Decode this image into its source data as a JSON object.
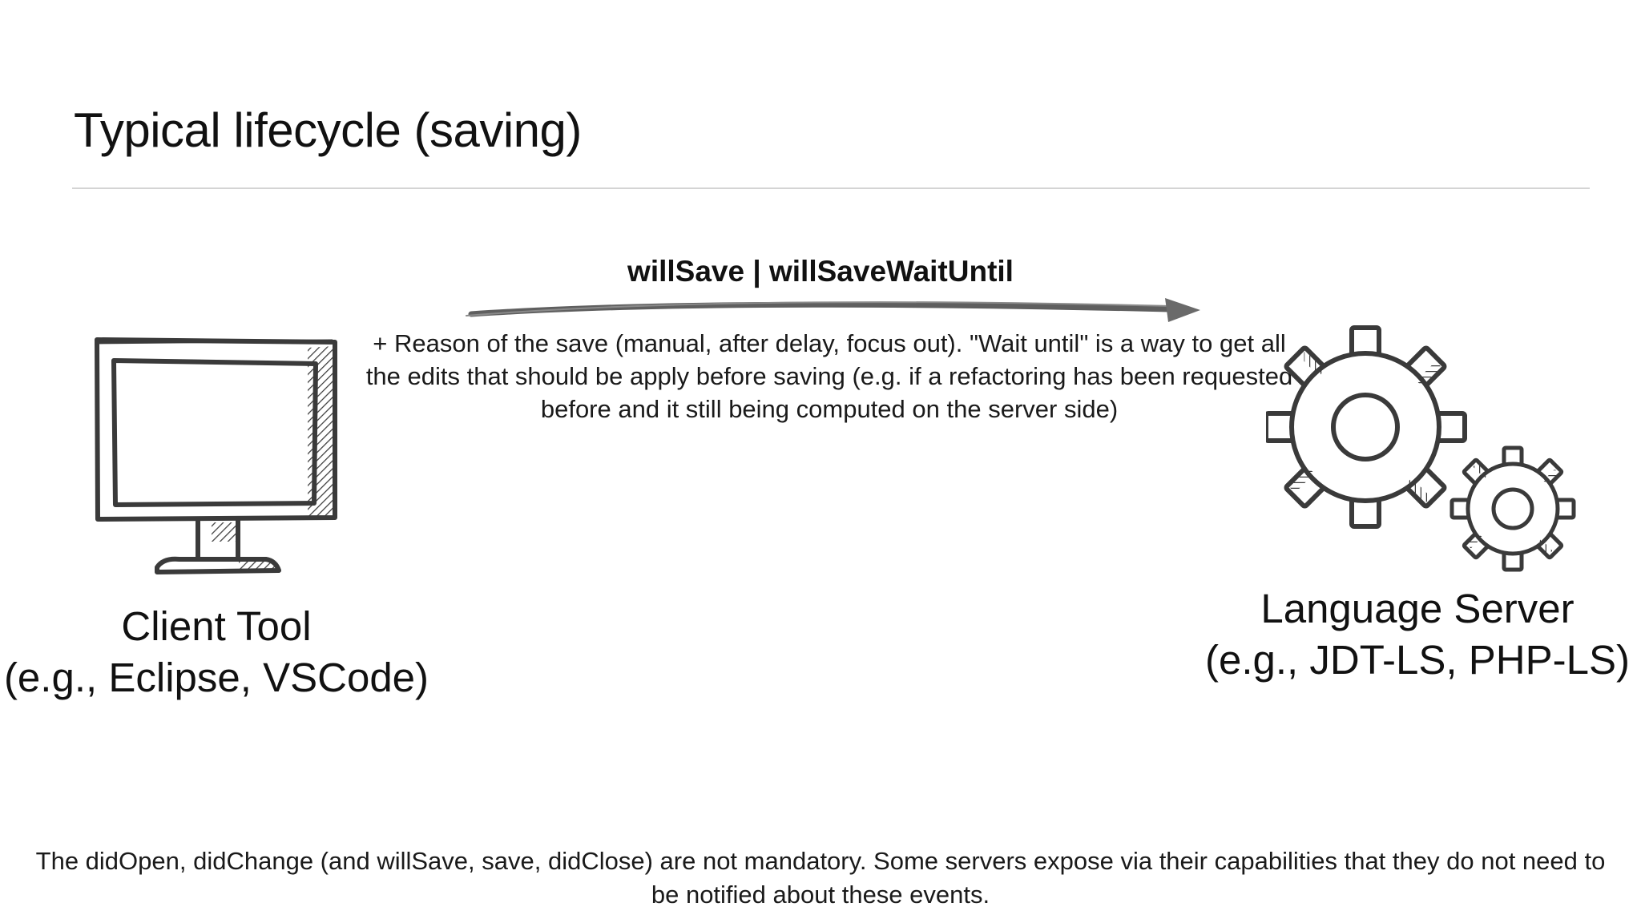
{
  "slide": {
    "title": "Typical lifecycle (saving)",
    "arrow": {
      "label": "willSave | willSaveWaitUntil",
      "description": "+ Reason of the save (manual, after delay, focus out). \"Wait until\" is a way to get all the edits that should be apply before saving (e.g. if a refactoring has been requested before and it still being computed on the server side)"
    },
    "client": {
      "name": "Client Tool",
      "examples": "(e.g., Eclipse, VSCode)",
      "icon": "monitor-icon"
    },
    "server": {
      "name": "Language Server",
      "examples": "(e.g., JDT-LS, PHP-LS)",
      "icon": "gears-icon"
    },
    "footer": "The didOpen, didChange (and willSave, save, didClose) are not mandatory. Some servers expose via their capabilities that they do not need to be notified about these events."
  },
  "colors": {
    "text": "#111111",
    "arrow": "#6a6a6a",
    "divider": "#d4d4d4",
    "sketch": "#3a3a3a"
  }
}
